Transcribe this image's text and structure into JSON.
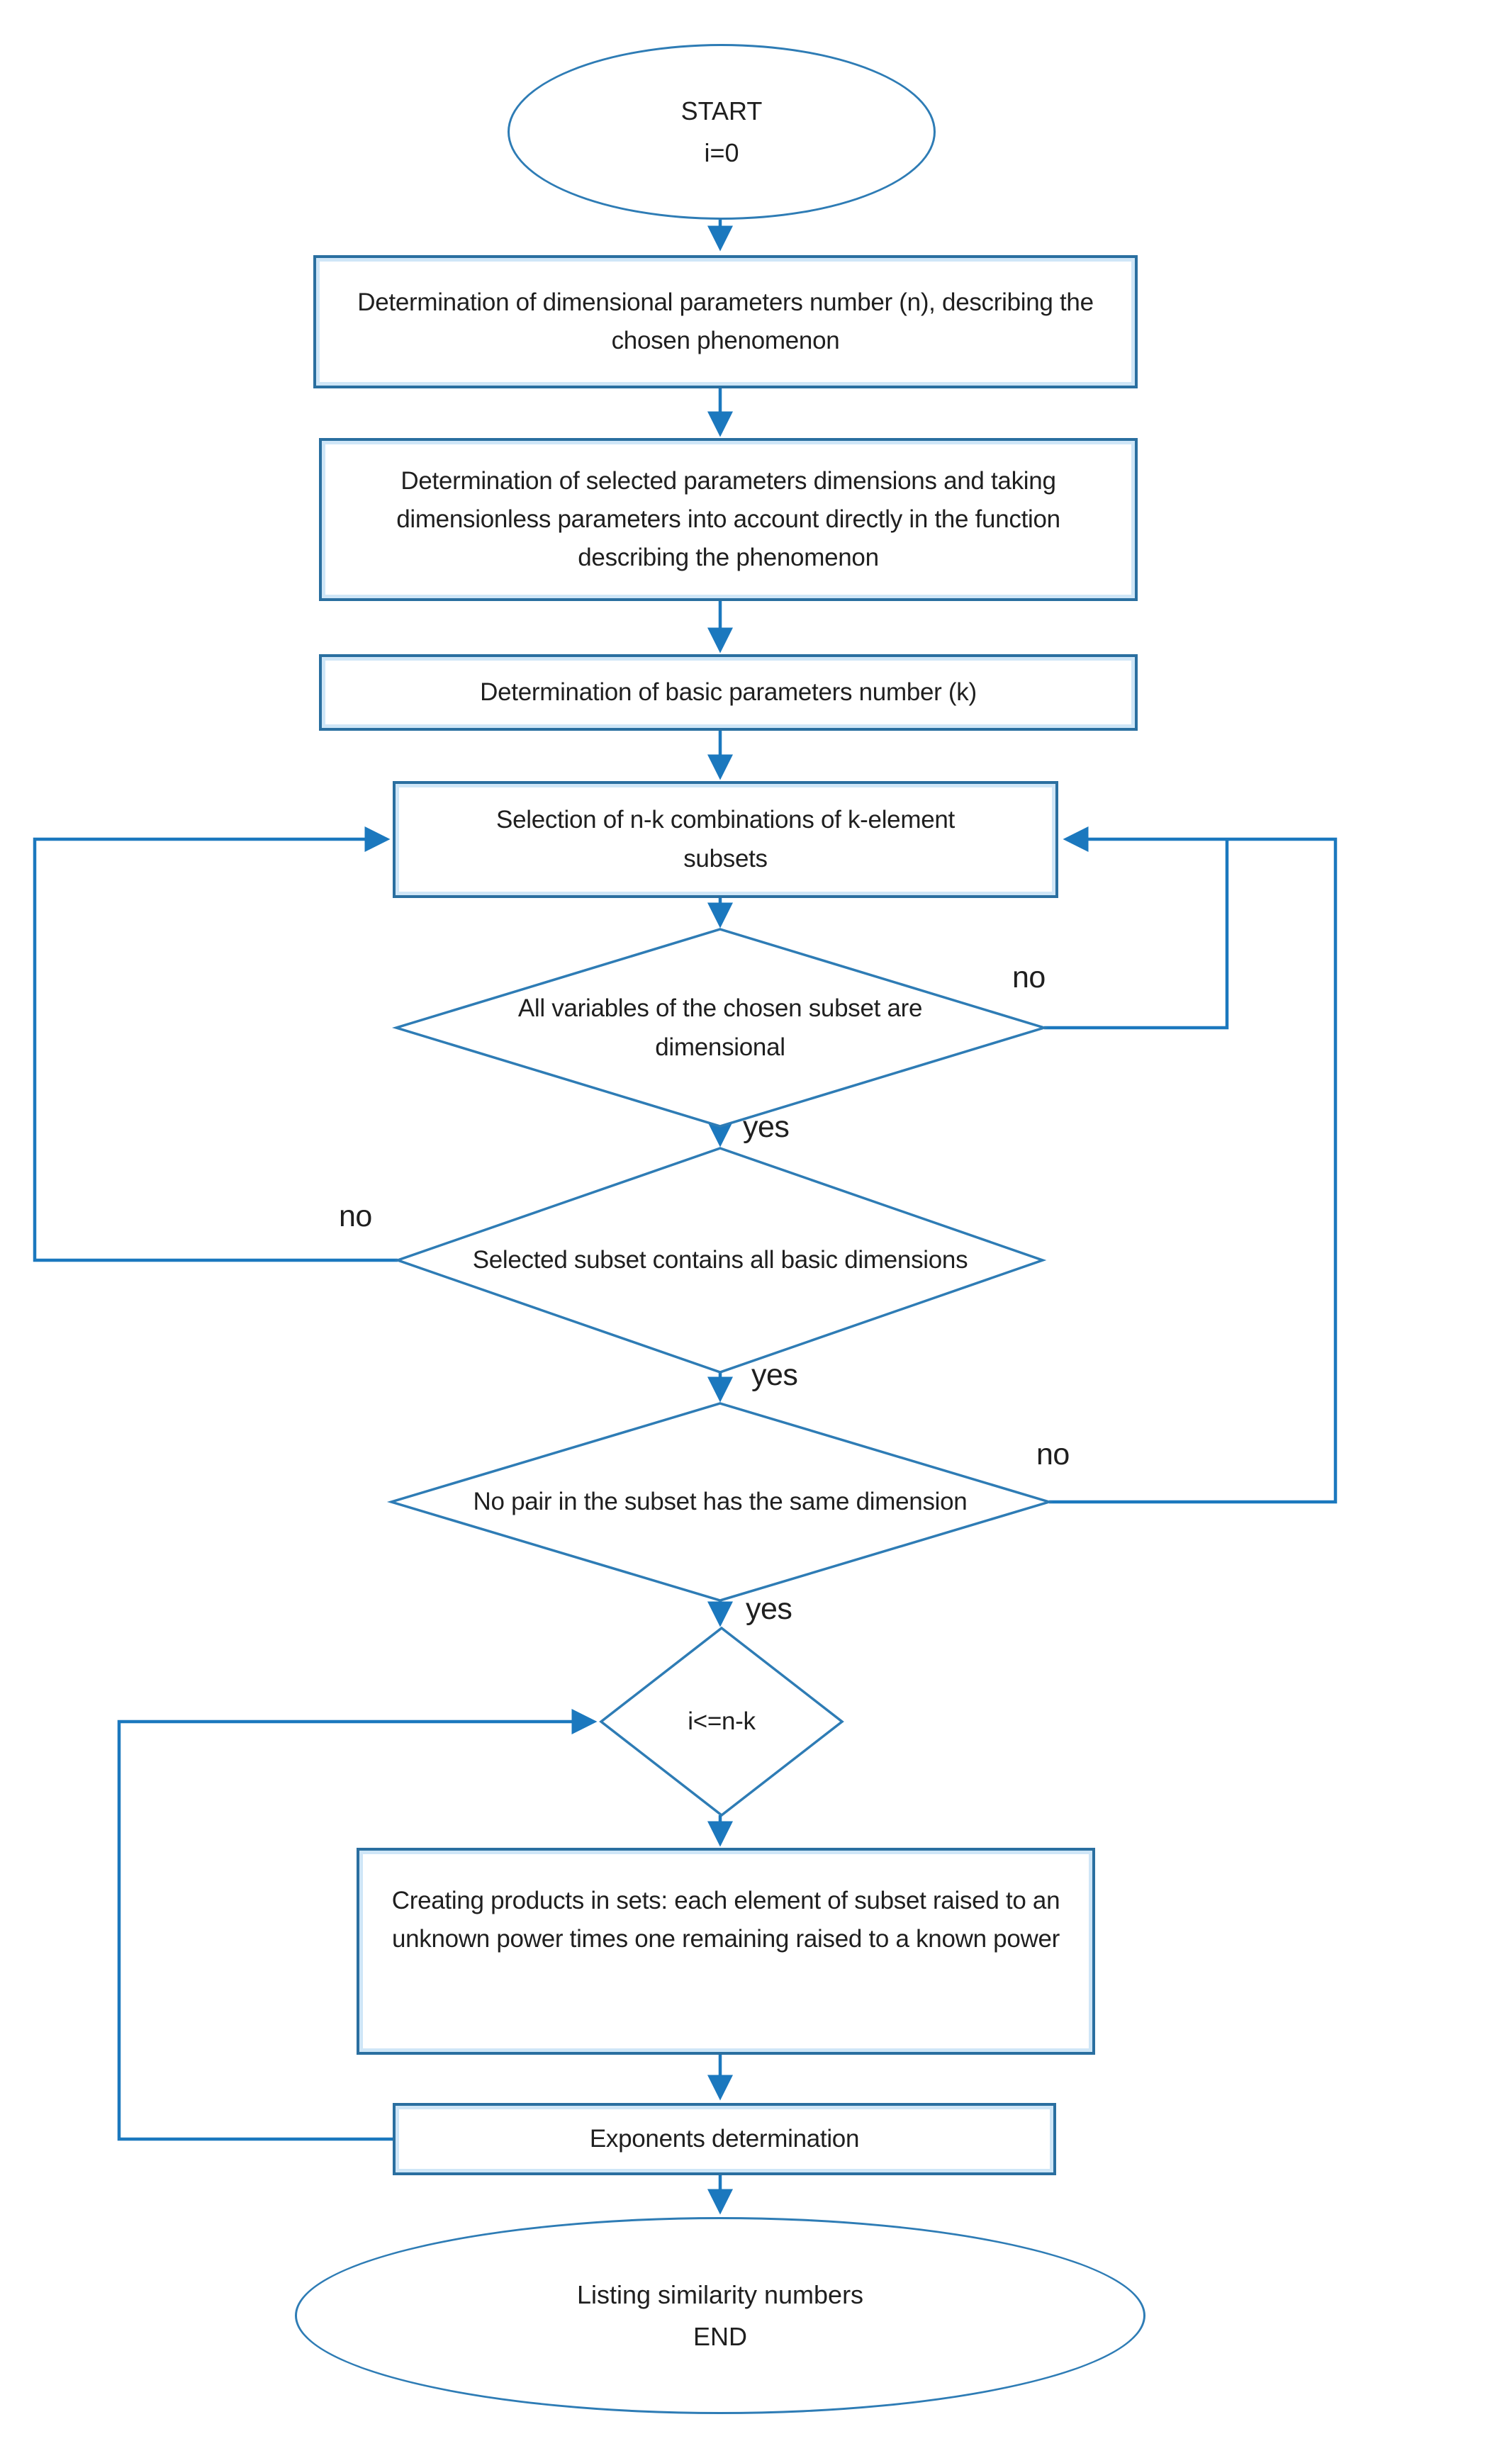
{
  "colors": {
    "line": "#1b78be",
    "shape_border": "#2e7cb5",
    "rect_border": "#2a6fa0",
    "rect_glow": "#cfe6f7",
    "text": "#1f1f1f"
  },
  "nodes": {
    "start": {
      "line1": "START",
      "line2": "i=0"
    },
    "step1": {
      "label": "Determination of dimensional parameters number (n), describing the chosen phenomenon"
    },
    "step2": {
      "label": "Determination of selected parameters dimensions and taking dimensionless parameters into account directly in the function describing the phenomenon"
    },
    "step3": {
      "label": "Determination of basic parameters number (k)"
    },
    "step4": {
      "label": "Selection of n-k combinations of k-element subsets"
    },
    "decision1": {
      "label": "All variables of the chosen subset are dimensional"
    },
    "decision2": {
      "label": "Selected subset contains all basic dimensions"
    },
    "decision3": {
      "label": "No pair in the subset has the same dimension"
    },
    "decision4": {
      "label": "i<=n-k"
    },
    "step5": {
      "label": "Creating products in sets: each element of subset raised to an unknown power times one remaining raised to a known power"
    },
    "step6": {
      "label": "Exponents determination"
    },
    "end": {
      "line1": "Listing similarity numbers",
      "line2": "END"
    }
  },
  "edge_labels": {
    "decision1_yes": "yes",
    "decision1_no": "no",
    "decision2_yes": "yes",
    "decision2_no": "no",
    "decision3_yes": "yes",
    "decision3_no": "no"
  }
}
